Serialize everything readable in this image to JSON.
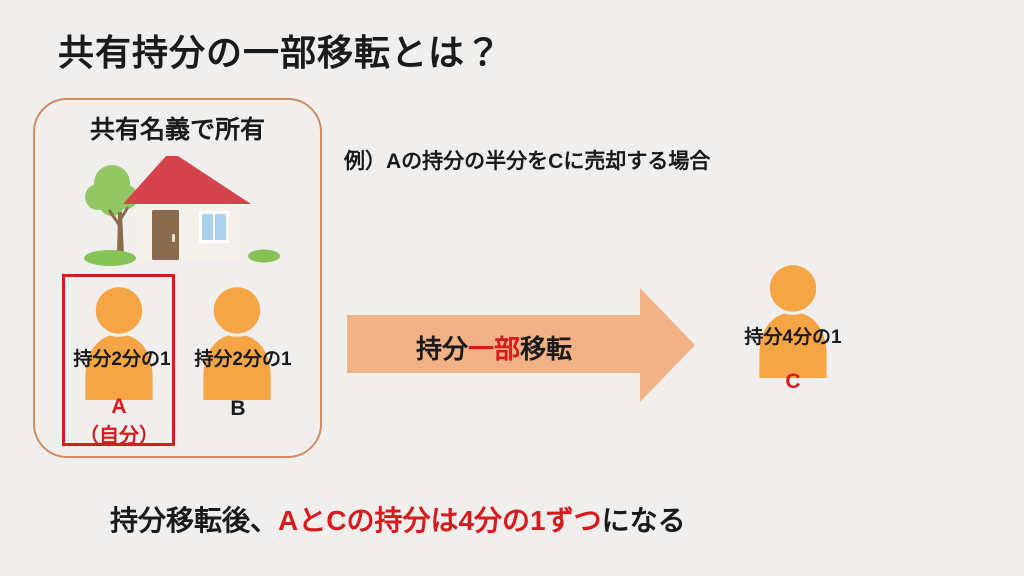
{
  "slide": {
    "title": "共有持分の一部移転とは？",
    "example_note": "例）Aの持分の半分をCに売却する場合"
  },
  "ownership_box": {
    "header": "共有名義で所有",
    "owner_a": {
      "share_label": "持分2分の1",
      "name": "A",
      "name_note": "（自分）"
    },
    "owner_b": {
      "share_label": "持分2分の1",
      "name": "B"
    }
  },
  "transfer_arrow": {
    "label_pre": "持分",
    "label_highlight": "一部",
    "label_post": "移転"
  },
  "recipient": {
    "share_label": "持分4分の1",
    "name": "C"
  },
  "conclusion": {
    "pre": "持分移転後、",
    "highlight": "AとCの持分は4分の1ずつ",
    "post": "になる"
  },
  "icons": {
    "house": "house-icon",
    "person": "person-icon",
    "arrow": "transfer-arrow-icon"
  },
  "colors": {
    "background": "#f0efee",
    "text_black": "#1a1a1a",
    "highlight_red": "#d71a1c",
    "person_orange": "#f5a544",
    "arrow_orange": "#f3b285",
    "box_border_orange": "#d28c5e",
    "house_roof_red": "#d5444c",
    "house_wall_cream": "#f4f1ea",
    "house_door_brown": "#8a6b4e",
    "house_window_blue": "#aad2ee",
    "tree_green": "#93c763",
    "bush_green": "#85c356"
  }
}
